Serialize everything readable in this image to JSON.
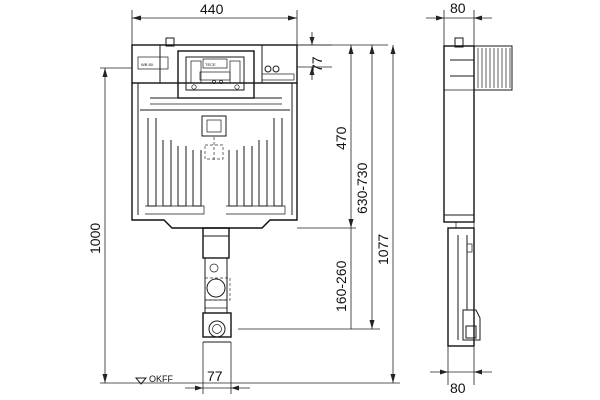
{
  "dimensions": {
    "front_width": "440",
    "top_panel_height": "77",
    "cistern_height": "470",
    "flush_height": "630-730",
    "total_height": "1077",
    "frame_height": "1000",
    "outlet_height": "160-260",
    "pipe_offset": "77",
    "side_depth_top": "80",
    "side_depth_bottom": "80"
  },
  "labels": {
    "floor_level": "OKFF",
    "brand_plate": "TECE",
    "left_plate_marking": "WB 80"
  }
}
